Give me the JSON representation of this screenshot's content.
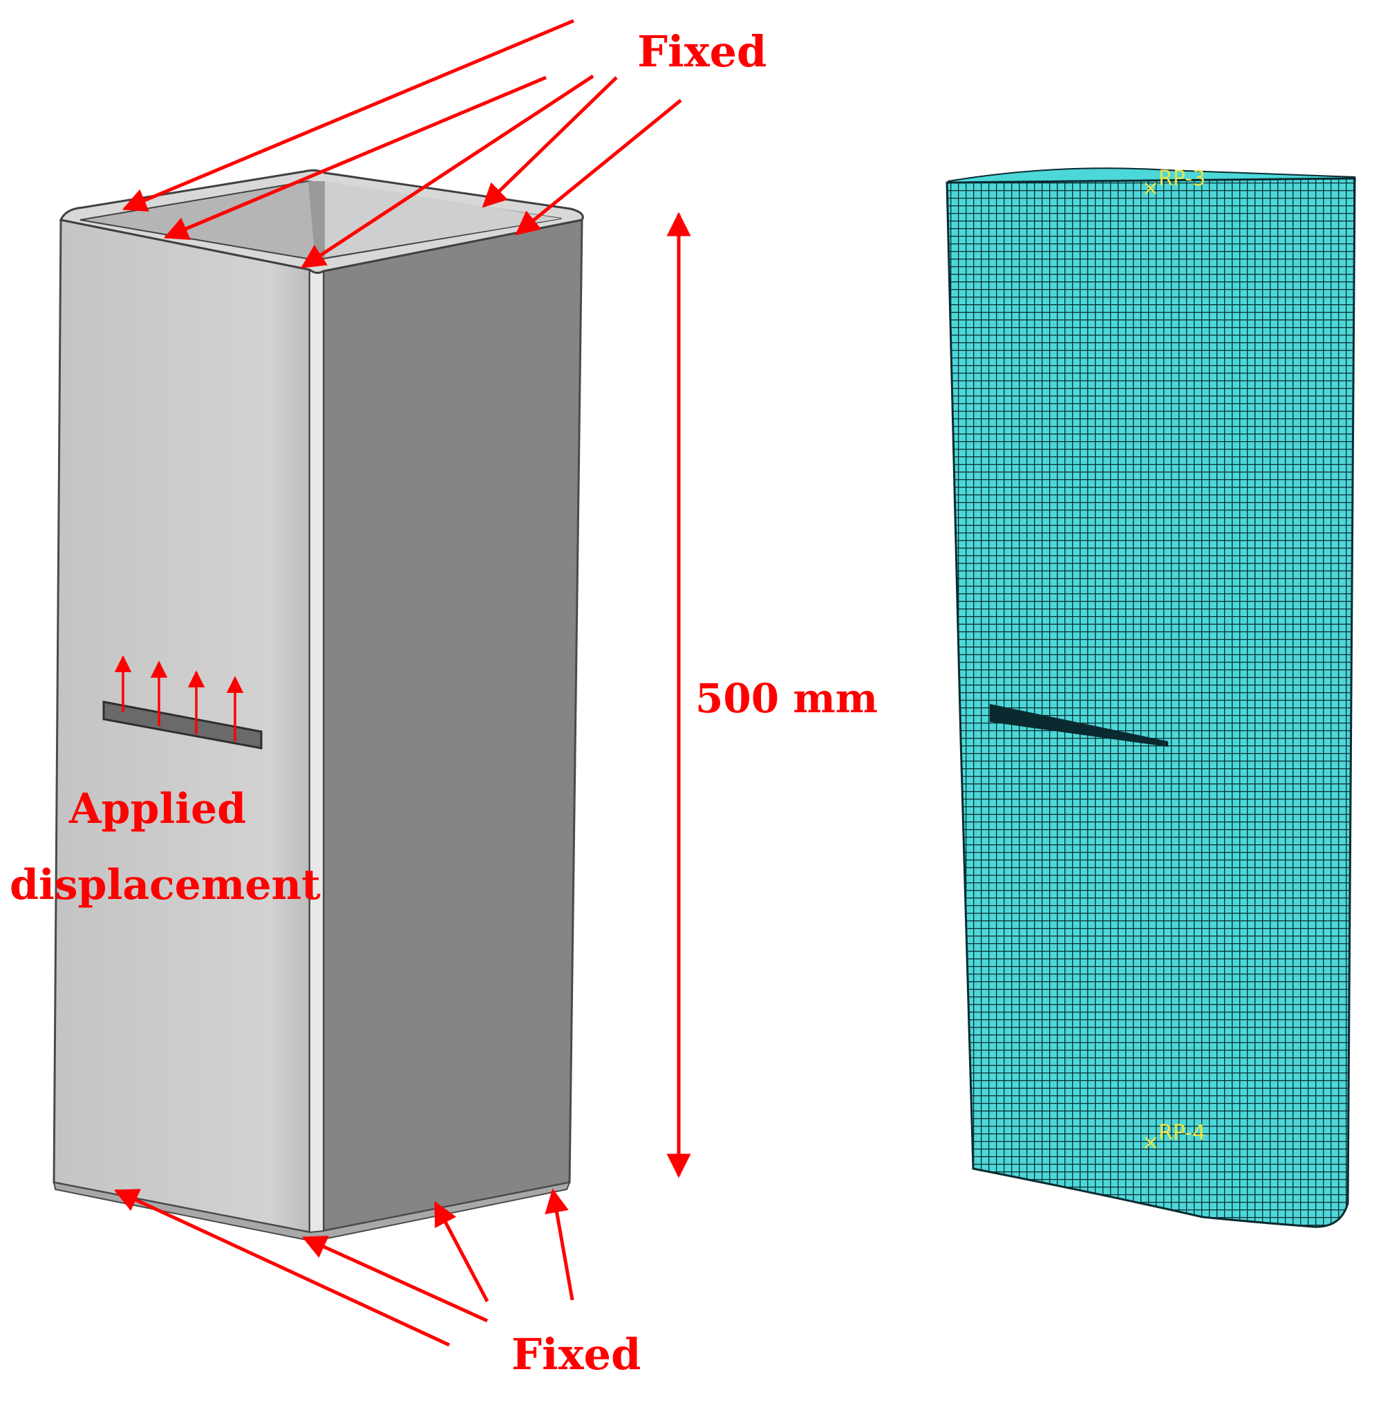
{
  "labels": {
    "fixed_top": "Fixed",
    "fixed_bottom": "Fixed",
    "length": "500 mm",
    "applied_line1": "Applied",
    "applied_line2": "displacement"
  },
  "mesh_points": {
    "rp_top": "RP-3",
    "rp_bottom": "RP-4"
  },
  "colors": {
    "annotation": "#ff0000",
    "mesh_fill": "#4cd8d8",
    "mesh_line": "#0a2a30",
    "tube_front": "#cdcdcd",
    "tube_side": "#858585",
    "ref_point": "#e6e64a"
  }
}
